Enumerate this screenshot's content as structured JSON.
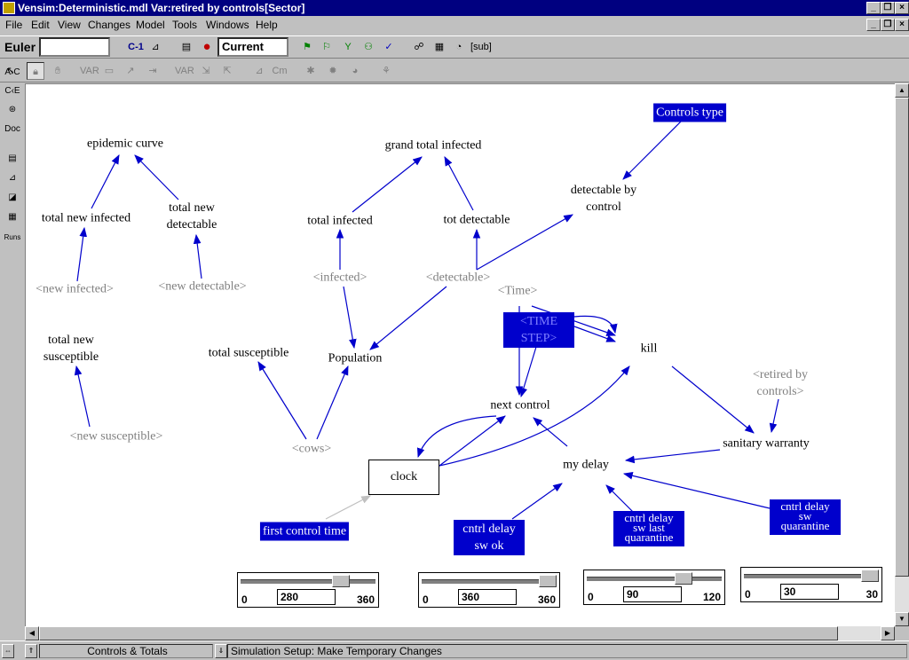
{
  "window": {
    "title": "Vensim:Deterministic.mdl Var:retired by controls[Sector]"
  },
  "menu": [
    "File",
    "Edit",
    "View",
    "Changes",
    "Model",
    "Tools",
    "Windows",
    "Help"
  ],
  "toolbar": {
    "integration": "Euler",
    "integration_field": "",
    "run_name": "Current",
    "sub_label": "[sub]"
  },
  "diagram": {
    "nodes": {
      "epidemic_curve": "epidemic curve",
      "total_new_infected": "total new infected",
      "total_new_detectable_1": "total new",
      "total_new_detectable_2": "detectable",
      "new_infected": "<new infected>",
      "new_detectable": "<new detectable>",
      "grand_total_infected": "grand total infected",
      "total_infected": "total infected",
      "tot_detectable": "tot detectable",
      "infected": "<infected>",
      "detectable": "<detectable>",
      "controls_type": "Controls type",
      "detectable_by_control_1": "detectable by",
      "detectable_by_control_2": "control",
      "time": "<Time>",
      "time_step_1": "<TIME",
      "time_step_2": "STEP>",
      "kill": "kill",
      "total_new_susceptible_1": "total new",
      "total_new_susceptible_2": "susceptible",
      "new_susceptible": "<new susceptible>",
      "total_susceptible": "total susceptible",
      "population": "Population",
      "cows": "<cows>",
      "next_control": "next control",
      "retired_by_controls_1": "<retired by",
      "retired_by_controls_2": "controls>",
      "sanitary_warranty": "sanitary warranty",
      "my_delay": "my delay",
      "clock": "clock",
      "first_control_time": "first control time",
      "cntrl_delay_sw_ok_1": "cntrl delay",
      "cntrl_delay_sw_ok_2": "sw ok",
      "cntrl_delay_sw_last_1": "cntrl delay",
      "cntrl_delay_sw_last_2": "sw last",
      "cntrl_delay_sw_last_3": "quarantine",
      "cntrl_delay_sw_q_1": "cntrl delay",
      "cntrl_delay_sw_q_2": "sw",
      "cntrl_delay_sw_q_3": "quarantine"
    },
    "sliders": [
      {
        "min": "0",
        "max": "360",
        "value": "280",
        "level": 0.778
      },
      {
        "min": "0",
        "max": "360",
        "value": "360",
        "level": 1.0
      },
      {
        "min": "0",
        "max": "120",
        "value": "90",
        "level": 0.75
      },
      {
        "min": "0",
        "max": "30",
        "value": "30",
        "level": 1.0
      }
    ]
  },
  "statusbar": {
    "view_name": "Controls & Totals",
    "message": "Simulation Setup: Make Temporary Changes"
  },
  "left_tools": [
    "A›C",
    "C‹E",
    "Doc",
    "Runs"
  ]
}
